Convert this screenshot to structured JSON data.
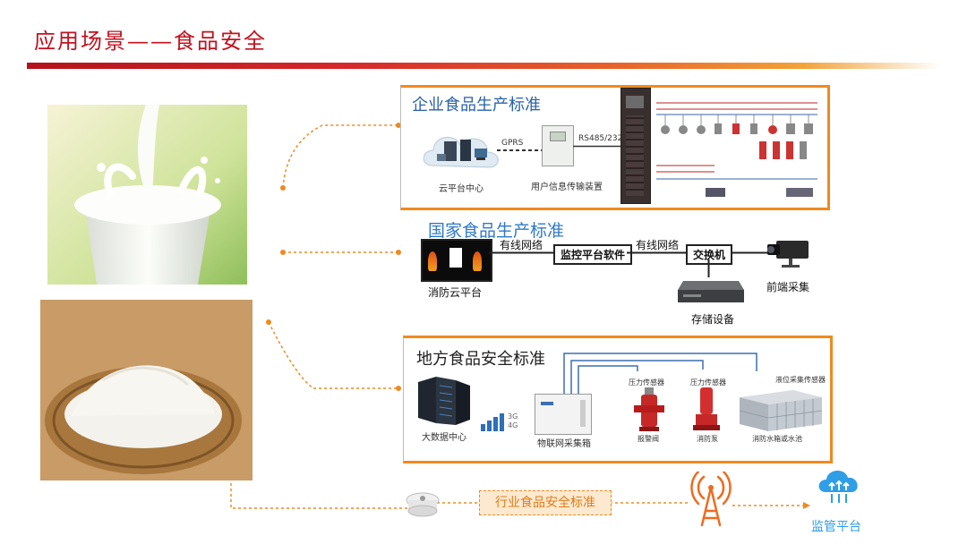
{
  "slide": {
    "title": "应用场景——食品安全"
  },
  "enterprise": {
    "title": "企业食品生产标准",
    "gprs": "GPRS",
    "rs485": "RS485/232",
    "cloud": "云平台中心",
    "device": "用户信息传输装置"
  },
  "national": {
    "title": "国家食品生产标准",
    "wired1": "有线网络",
    "monitor_software": "监控平台软件",
    "wired2": "有线网络",
    "switch": "交换机",
    "fire_cloud": "消防云平台",
    "front_end": "前端采集",
    "storage": "存储设备"
  },
  "local": {
    "title": "地方食品安全标准",
    "bigdata": "大数据中心",
    "signal_3g": "3G",
    "signal_4g": "4G",
    "iot_box": "物联网采集箱",
    "pressure1": "压力传感器",
    "pressure2": "压力传感器",
    "level": "液位采集传感器",
    "alarm_valve": "报警阀",
    "fire_pump": "消防泵",
    "water_tank": "消防水箱或水池"
  },
  "bottom": {
    "industry": "行业食品安全标准",
    "platform": "监管平台"
  },
  "colors": {
    "accent": "#ef8a1f",
    "title_red": "#c1121f",
    "blue": "#2f79c9",
    "platform_blue": "#2f9ee6"
  }
}
